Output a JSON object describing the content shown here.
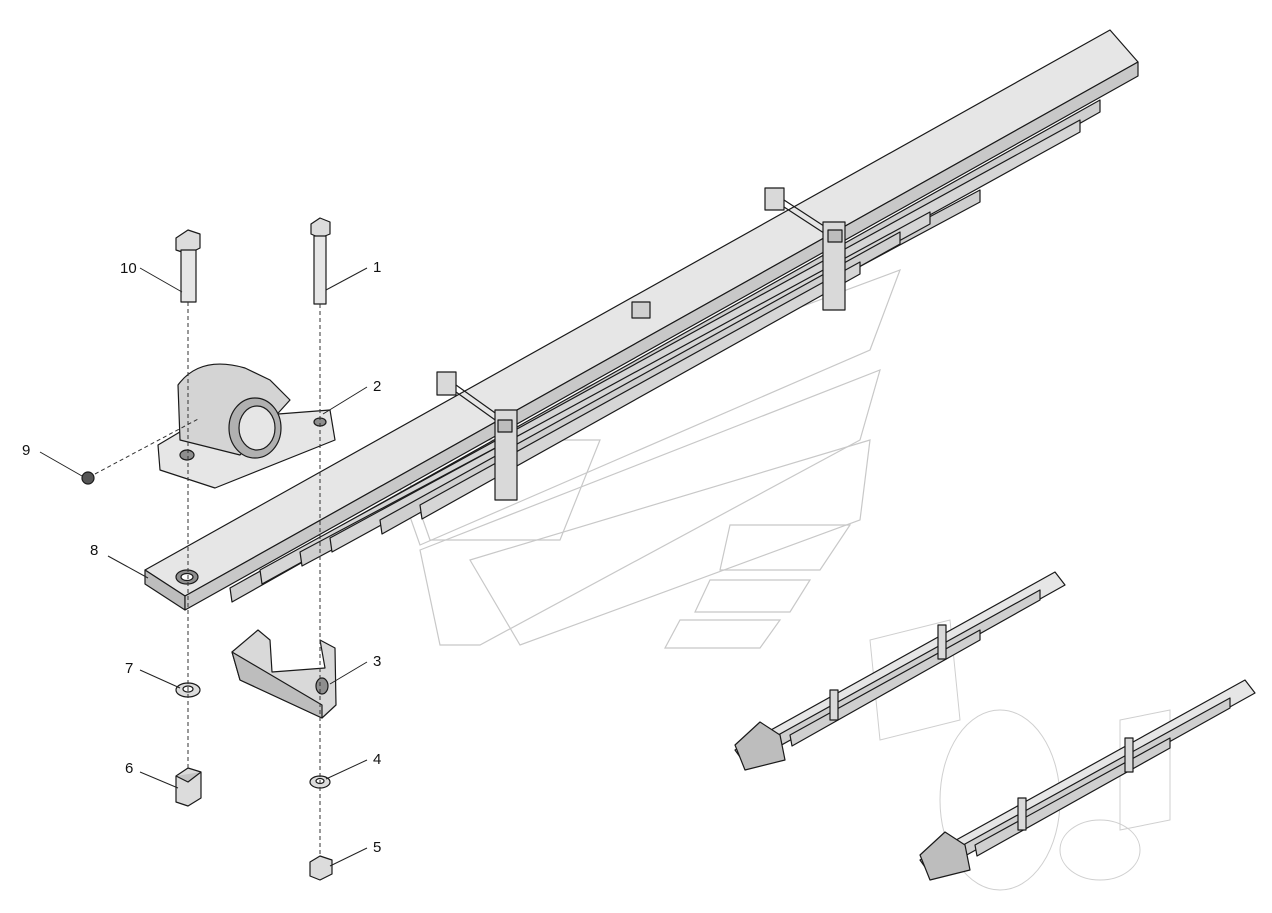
{
  "callouts": [
    {
      "id": "1",
      "label": "1"
    },
    {
      "id": "2",
      "label": "2"
    },
    {
      "id": "3",
      "label": "3"
    },
    {
      "id": "4",
      "label": "4"
    },
    {
      "id": "5",
      "label": "5"
    },
    {
      "id": "6",
      "label": "6"
    },
    {
      "id": "7",
      "label": "7"
    },
    {
      "id": "8",
      "label": "8"
    },
    {
      "id": "9",
      "label": "9"
    },
    {
      "id": "10",
      "label": "10"
    }
  ],
  "colors": {
    "part_fill": "#e6e6e6",
    "part_shade": "#bdbdbd",
    "part_dark": "#8e8e8e",
    "line": "#1a1a1a",
    "watermark": "#c8c8c8"
  },
  "icons": {
    "bolt": "hex-bolt-icon",
    "nut": "hex-nut-icon",
    "washer": "washer-icon",
    "bracket": "spring-bracket-icon",
    "spring": "leaf-spring-icon"
  }
}
